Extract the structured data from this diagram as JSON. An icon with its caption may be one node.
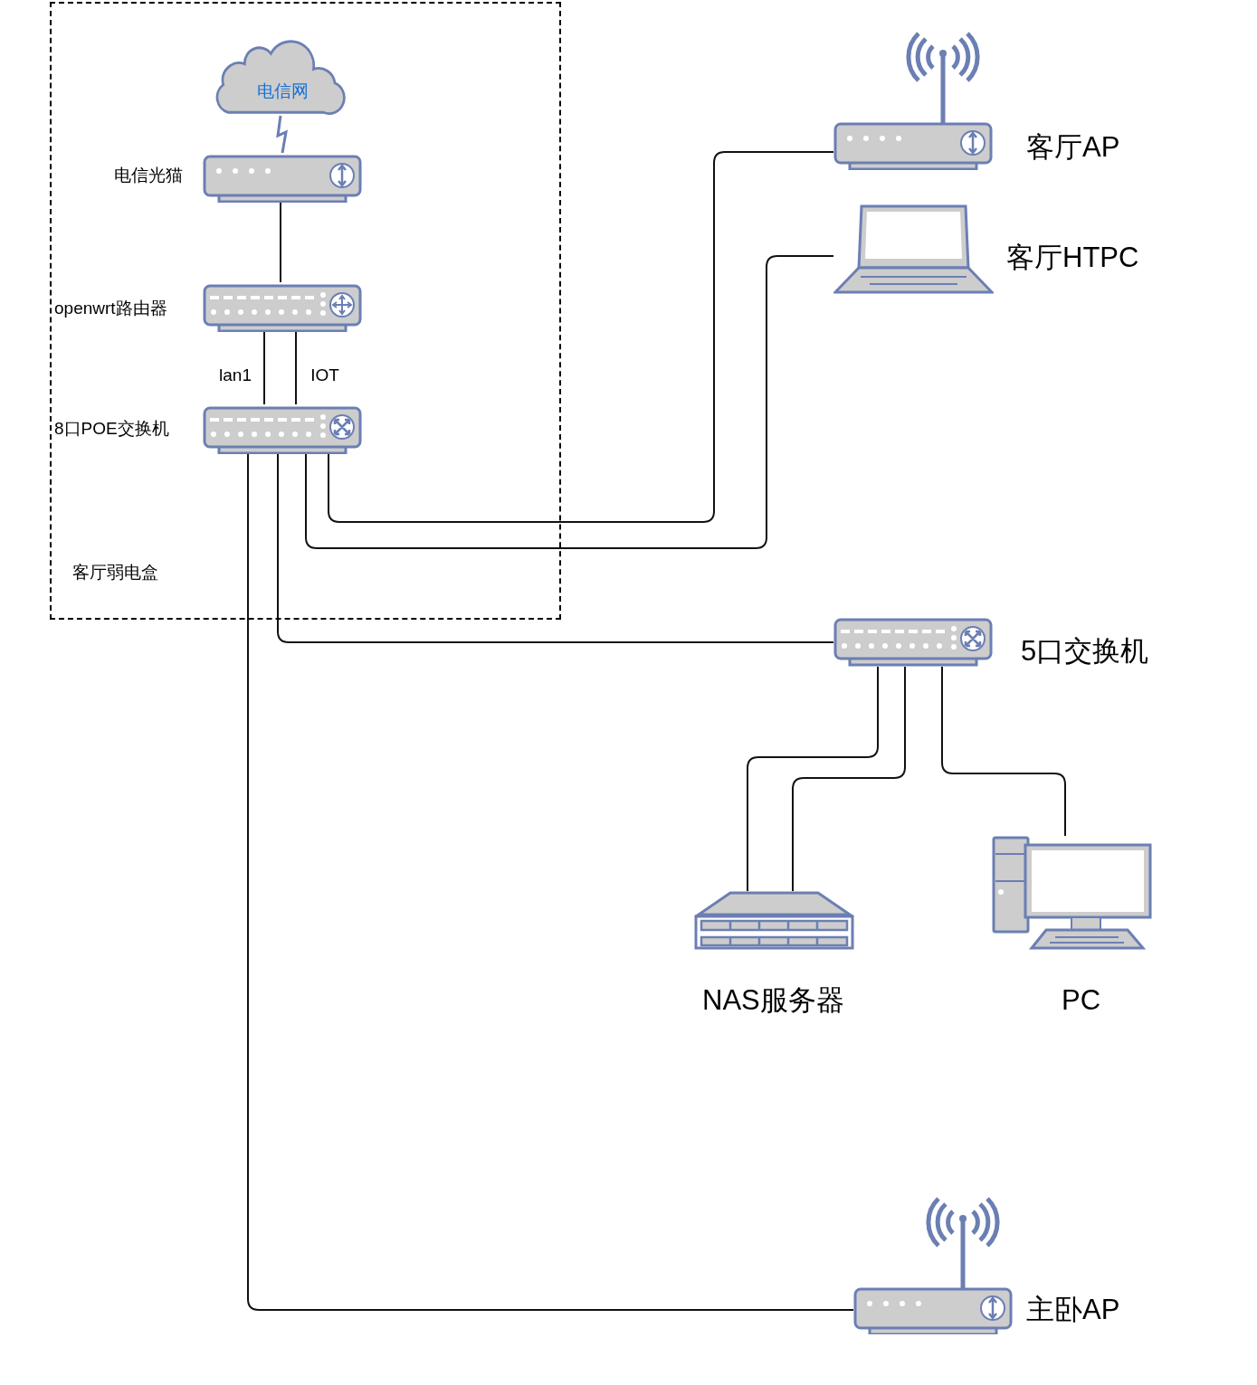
{
  "diagram": {
    "nodes": [
      {
        "text": [
          "客厅弱电盒"
        ]
      },
      {
        "text": [
          "电信网"
        ],
        "in": 0
      },
      {
        "text": [],
        "shape": "modem",
        "beside": [
          "电信光猫"
        ],
        "in": 0
      },
      {
        "text": [],
        "shape": "router",
        "beside": [
          "openwrt路由器"
        ],
        "in": 0
      },
      {
        "text": [],
        "shape": "switch",
        "beside": [
          "8口POE交换机"
        ],
        "in": 0
      },
      {
        "text": [],
        "shape": "access-point",
        "beside": [
          "客厅AP"
        ]
      },
      {
        "text": [],
        "shape": "laptop",
        "beside": [
          "客厅HTPC"
        ]
      },
      {
        "text": [],
        "shape": "switch",
        "beside": [
          "5口交换机"
        ]
      },
      {
        "text": [],
        "shape": "server",
        "beside": [
          "NAS服务器"
        ]
      },
      {
        "text": [],
        "shape": "computer",
        "beside": [
          "PC"
        ]
      },
      {
        "text": [],
        "shape": "access-point",
        "beside": [
          "主卧AP"
        ]
      }
    ],
    "edges": [
      {
        "from": 1,
        "to": 2,
        "arrow": "none",
        "color": "#6b7fb3"
      },
      {
        "from": 2,
        "to": 3,
        "arrow": "none"
      },
      {
        "from": 3,
        "to": 4,
        "label": "lan1",
        "arrow": "none"
      },
      {
        "from": 3,
        "to": 4,
        "label": "IOT",
        "arrow": "none"
      },
      {
        "from": 4,
        "to": 5,
        "arrow": "none"
      },
      {
        "from": 4,
        "to": 6,
        "arrow": "none"
      },
      {
        "from": 4,
        "to": 7,
        "arrow": "none"
      },
      {
        "from": 4,
        "to": 10,
        "arrow": "none"
      },
      {
        "from": 7,
        "to": 8,
        "arrow": "none"
      },
      {
        "from": 7,
        "to": 8,
        "arrow": "none"
      },
      {
        "from": 7,
        "to": 9,
        "arrow": "none"
      }
    ]
  }
}
